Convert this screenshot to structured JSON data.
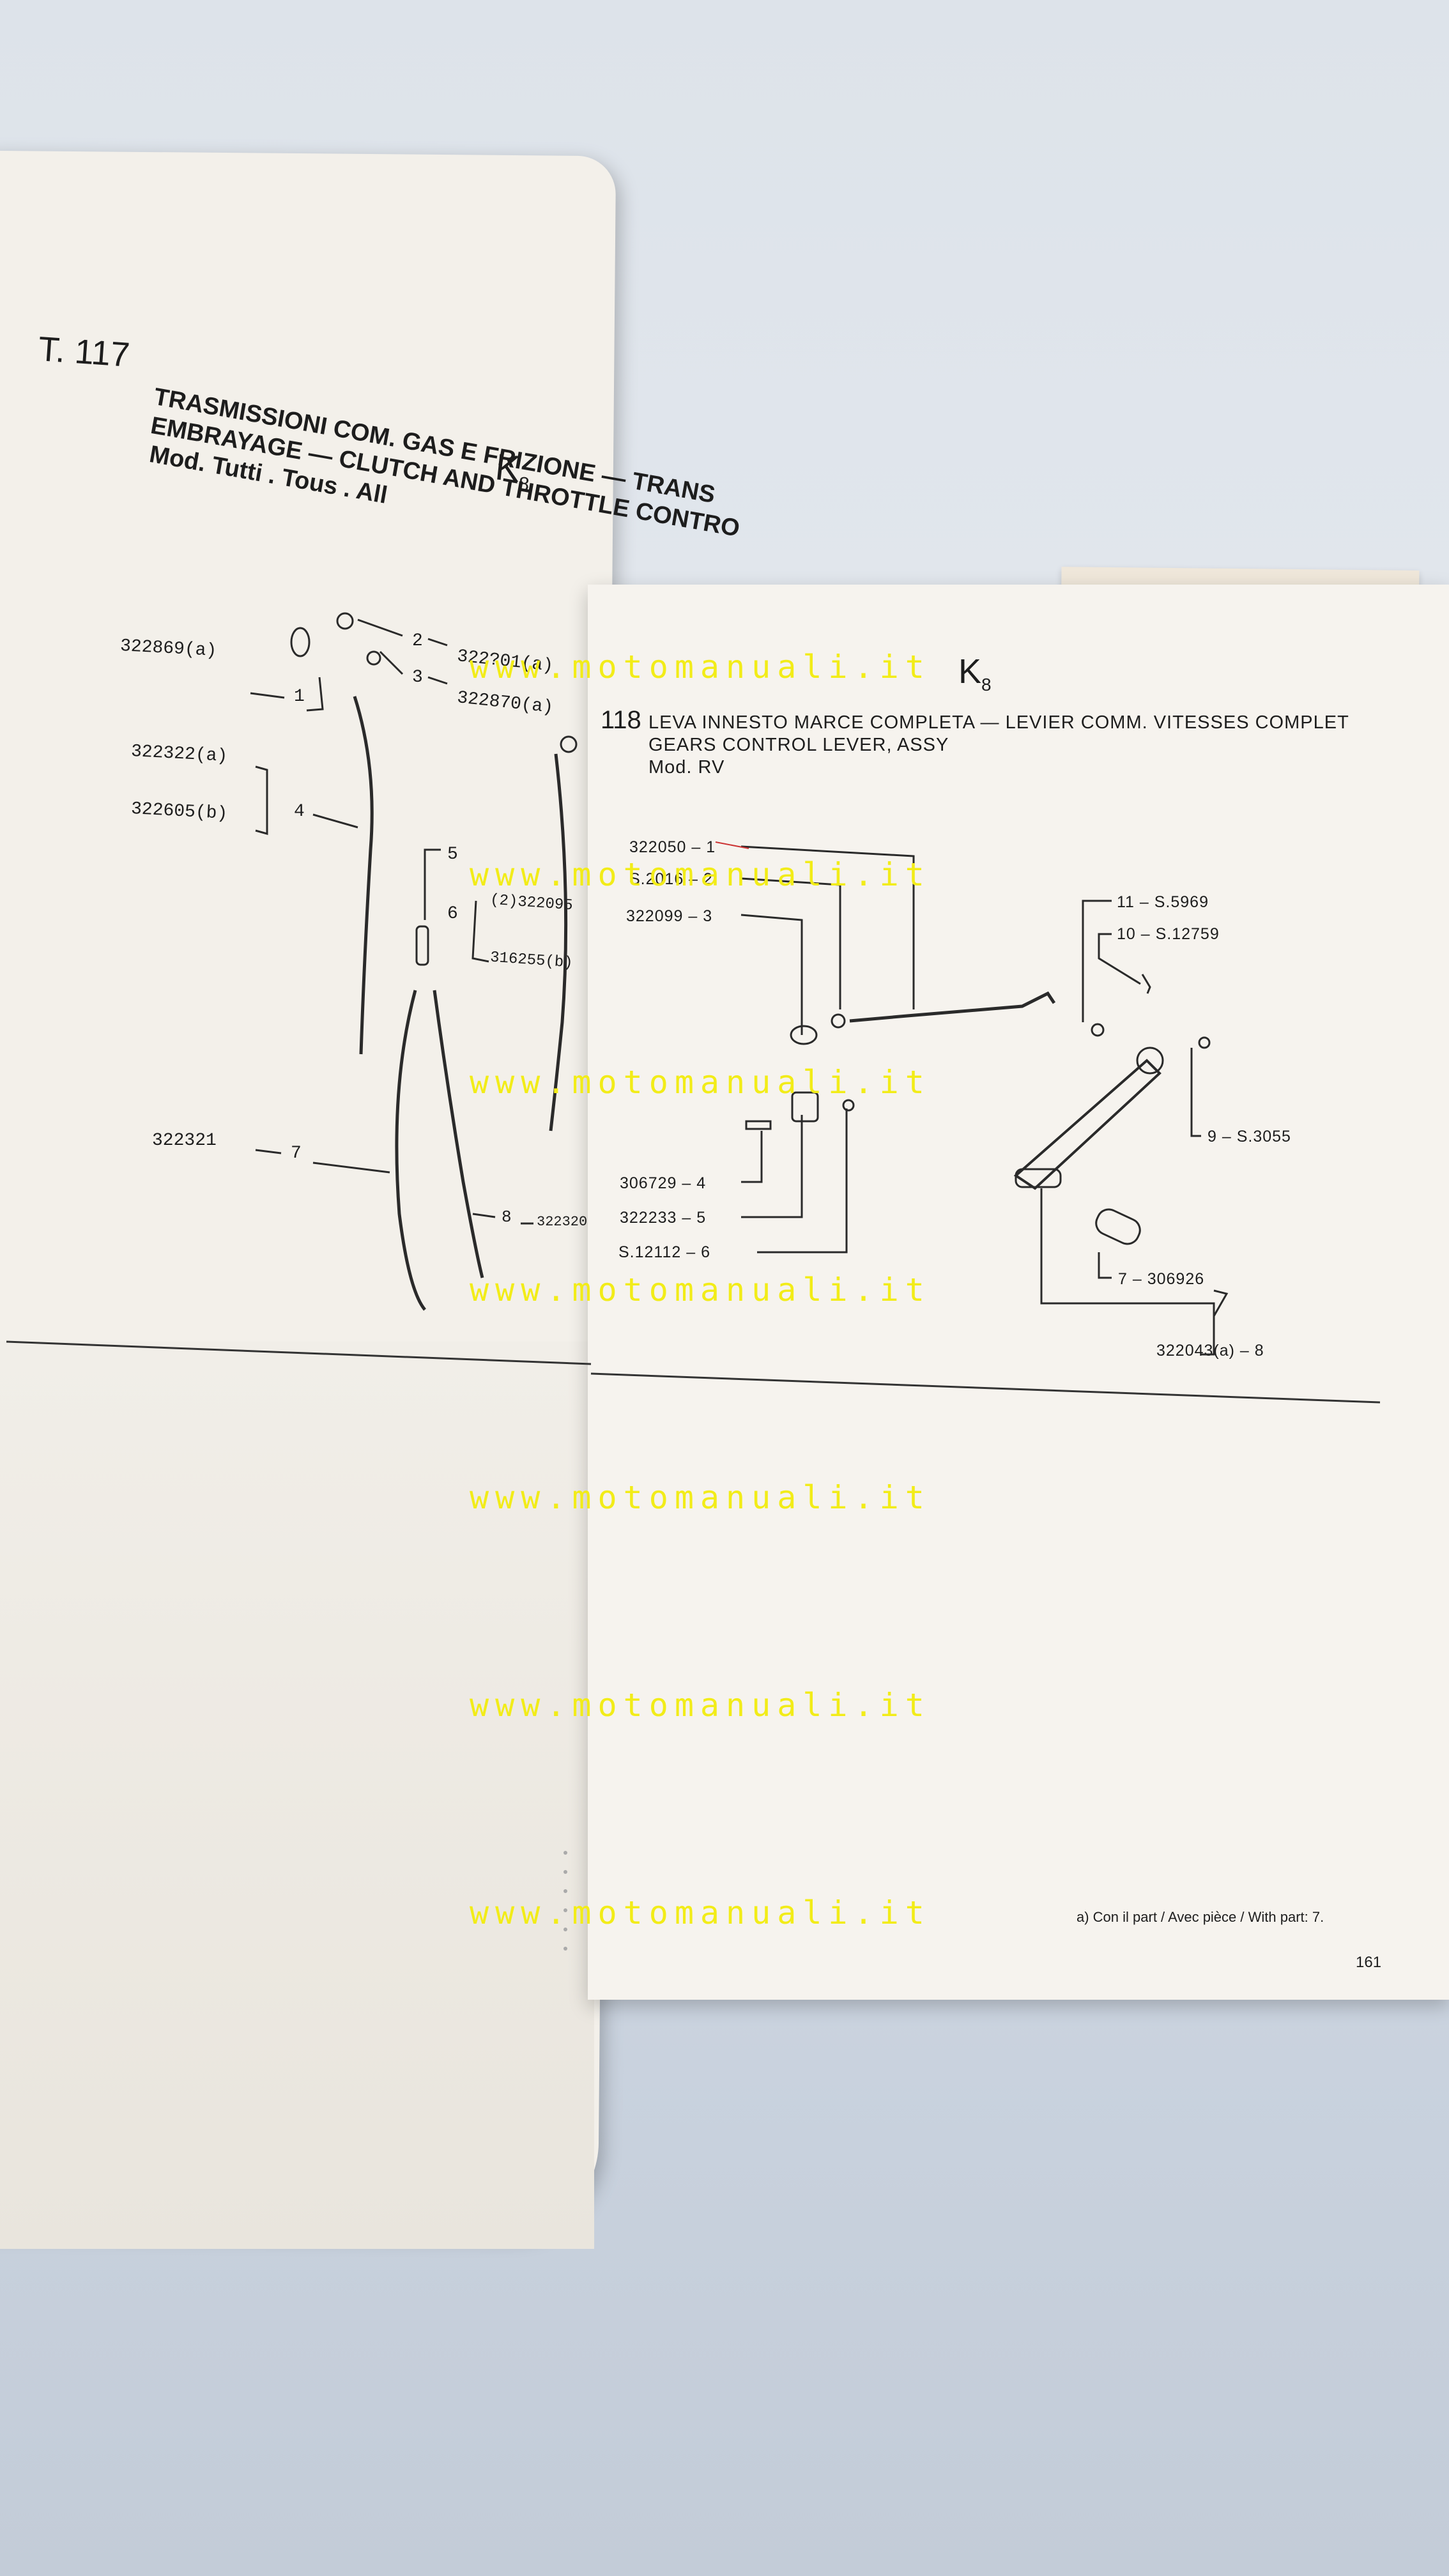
{
  "left_page": {
    "table_number": "T. 117",
    "section_code": "K",
    "section_sub": "8",
    "title_line1": "TRASMISSIONI COM. GAS E FRIZIONE — TRANS",
    "title_line2": "EMBRAYAGE — CLUTCH AND THROTTLE CONTRO",
    "title_line3": "Mod. Tutti . Tous . All",
    "labels": {
      "p322869": "322869(a)",
      "i1": "1",
      "i2": "2",
      "p322x01": "322?01(a)",
      "i3": "3",
      "p322870": "322870(a)",
      "p322322": "322322(a)",
      "p322605": "322605(b)",
      "i4": "4",
      "i5": "5",
      "i6": "6",
      "p322095": "(2)322095",
      "p316255": "316255(b)",
      "p322321": "322321",
      "i7": "7",
      "i8": "8",
      "p322320": "322320"
    }
  },
  "right_page": {
    "table_number": "118",
    "section_code": "K",
    "section_sub": "8",
    "title_line1": "LEVA INNESTO MARCE COMPLETA — LEVIER COMM. VITESSES COMPLET",
    "title_line2": "GEARS CONTROL LEVER, ASSY",
    "title_line3": "Mod. RV",
    "parts": {
      "r1": "322050  –  1",
      "r2": "S.2016  –  2",
      "r3": "322099  –  3",
      "r4": "306729  –  4",
      "r5": "322233  –  5",
      "r6": "S.12112  –  6",
      "r7": "7  –  306926",
      "r8": "322043(a)  –  8",
      "r9": "9  –  S.3055",
      "r10": "10  –  S.12759",
      "r11": "11  –  S.5969"
    },
    "footnote": "a)  Con il part / Avec pièce / With part: 7.",
    "page_number": "161"
  },
  "watermark": "www.motomanuali.it"
}
